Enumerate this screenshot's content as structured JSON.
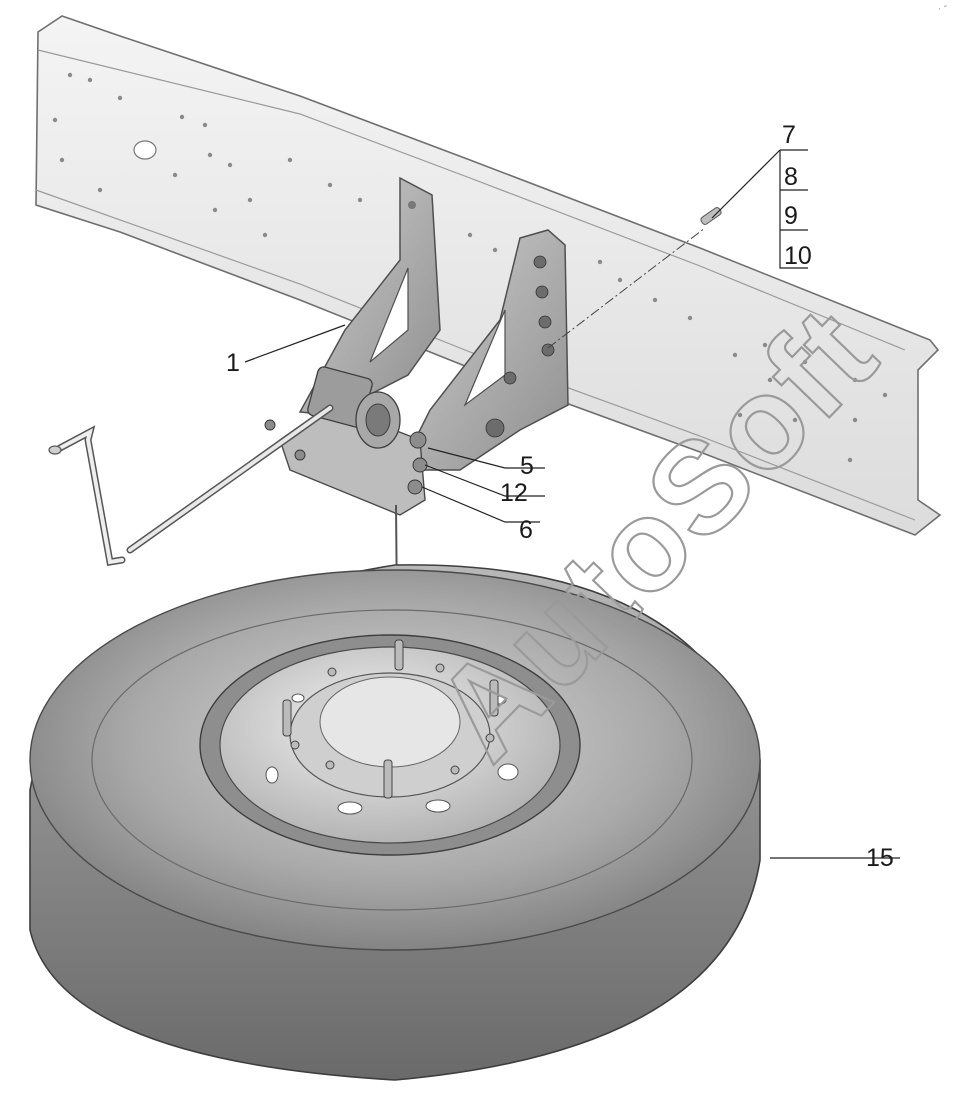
{
  "diagram": {
    "callouts": {
      "c1": "1",
      "c5": "5",
      "c6": "6",
      "c7": "7",
      "c8": "8",
      "c9": "9",
      "c10": "10",
      "c12": "12",
      "c15": "15"
    },
    "watermark": "AutoSoft",
    "corner_mark": "· ″"
  }
}
